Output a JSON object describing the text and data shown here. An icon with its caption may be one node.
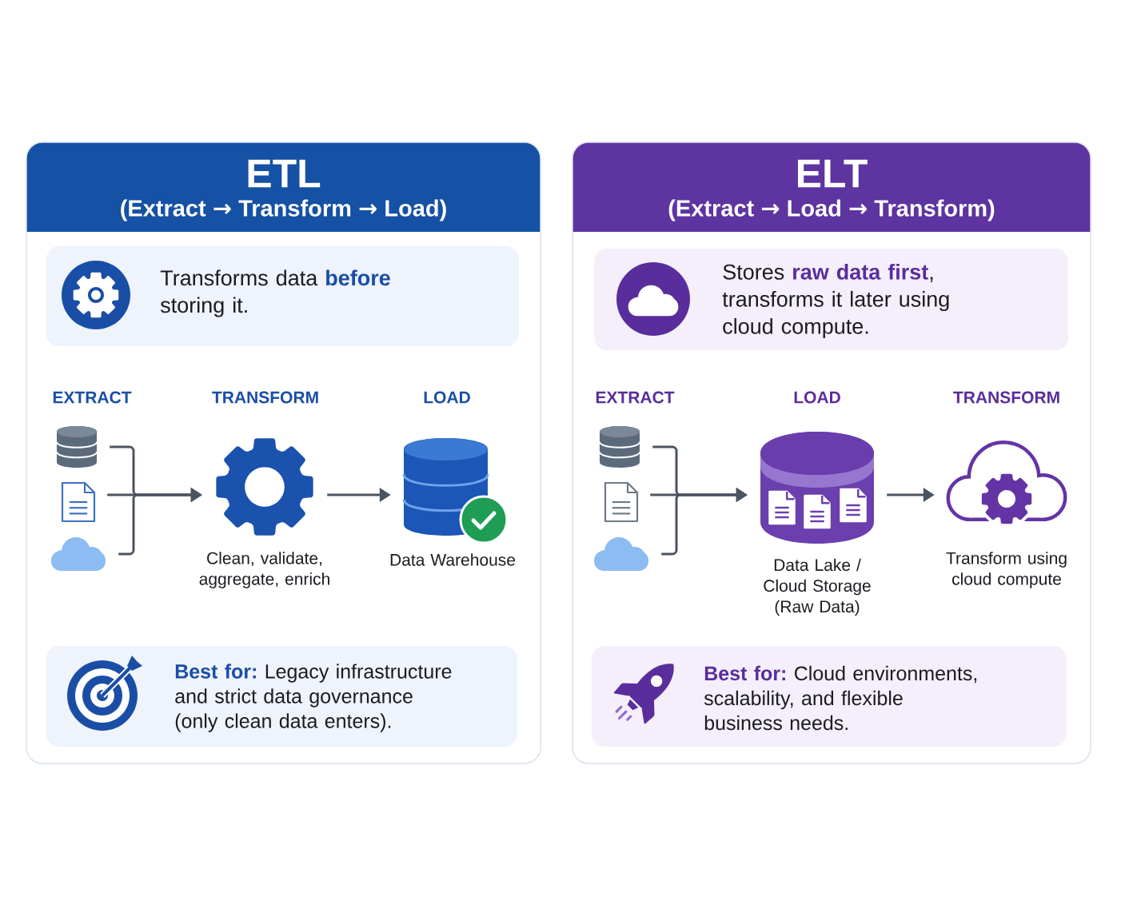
{
  "diagram": {
    "nodes": [
      {
        "text": [
          "ETL",
          "(Extract → Transform → Load)"
        ]
      },
      {
        "text": [
          "Transforms data **before** storing it."
        ],
        "in": 0
      },
      {
        "text": [],
        "shape": "cylinder",
        "in": 0
      },
      {
        "text": [],
        "shape": "document",
        "in": 0
      },
      {
        "text": [],
        "shape": "cloud",
        "in": 0
      },
      {
        "text": [],
        "shape": "gear",
        "in": 0,
        "beside": [
          "Clean, validate, aggregate, enrich"
        ]
      },
      {
        "text": [],
        "shape": "cylinder",
        "in": 0,
        "beside": [
          "Data Warehouse"
        ]
      },
      {
        "text": [
          "**Best for:** Legacy infrastructure and strict data governance (only clean data enters)."
        ],
        "in": 0
      },
      {
        "text": [
          "ELT",
          "(Extract → Load → Transform)"
        ]
      },
      {
        "text": [
          "Stores **raw data first**, transforms it later using cloud compute."
        ],
        "in": 8
      },
      {
        "text": [],
        "shape": "cylinder",
        "in": 8
      },
      {
        "text": [],
        "shape": "document",
        "in": 8
      },
      {
        "text": [],
        "shape": "cloud",
        "in": 8
      },
      {
        "text": [],
        "shape": "cylinder",
        "in": 8,
        "beside": [
          "Data Lake / Cloud Storage (Raw Data)"
        ]
      },
      {
        "text": [],
        "shape": "cloud",
        "in": 8,
        "beside": [
          "Transform using cloud compute"
        ]
      },
      {
        "text": [
          "**Best for:** Cloud environments, scalability, and flexible business needs."
        ],
        "in": 8
      }
    ],
    "edges": [
      {
        "from": 2,
        "to": 5,
        "arrow": "to"
      },
      {
        "from": 3,
        "to": 5,
        "arrow": "to"
      },
      {
        "from": 4,
        "to": 5,
        "arrow": "to"
      },
      {
        "from": 5,
        "to": 6,
        "arrow": "to"
      },
      {
        "from": 10,
        "to": 13,
        "arrow": "to"
      },
      {
        "from": 11,
        "to": 13,
        "arrow": "to"
      },
      {
        "from": 12,
        "to": 13,
        "arrow": "to"
      },
      {
        "from": 13,
        "to": 14,
        "arrow": "to"
      }
    ],
    "labels": [
      "EXTRACT",
      "TRANSFORM",
      "LOAD",
      "EXTRACT",
      "LOAD",
      "TRANSFORM"
    ]
  }
}
